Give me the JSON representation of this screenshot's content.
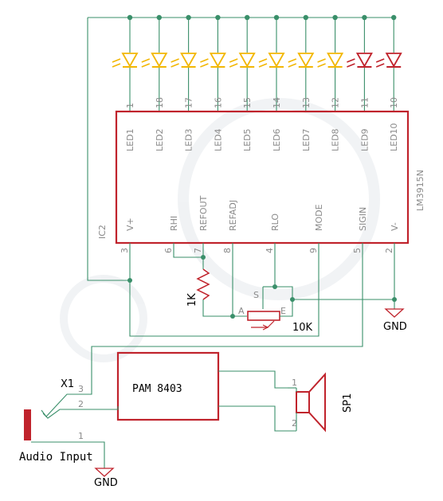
{
  "ic": {
    "name": "LM3915N",
    "ref": "IC2",
    "top_pins": [
      {
        "num": "1",
        "label": "LED1"
      },
      {
        "num": "18",
        "label": "LED2"
      },
      {
        "num": "17",
        "label": "LED3"
      },
      {
        "num": "16",
        "label": "LED4"
      },
      {
        "num": "15",
        "label": "LED5"
      },
      {
        "num": "14",
        "label": "LED6"
      },
      {
        "num": "13",
        "label": "LED7"
      },
      {
        "num": "12",
        "label": "LED8"
      },
      {
        "num": "11",
        "label": "LED9"
      },
      {
        "num": "10",
        "label": "LED10"
      }
    ],
    "bottom_pins": [
      {
        "num": "3",
        "label": "V+"
      },
      {
        "num": "6",
        "label": "RHI"
      },
      {
        "num": "7",
        "label": "REFOUT"
      },
      {
        "num": "8",
        "label": "REFADJ"
      },
      {
        "num": "4",
        "label": "RLO"
      },
      {
        "num": "9",
        "label": "MODE"
      },
      {
        "num": "5",
        "label": "SIGIN"
      },
      {
        "num": "2",
        "label": "V-"
      }
    ]
  },
  "leds": {
    "colors": [
      "#f2b705",
      "#f2b705",
      "#f2b705",
      "#f2b705",
      "#f2b705",
      "#f2b705",
      "#f2b705",
      "#f2b705",
      "#c0232c",
      "#c0232c"
    ]
  },
  "resistor": {
    "label": "1K"
  },
  "pot": {
    "label": "10K",
    "pin_a": "A",
    "pin_s": "S",
    "pin_e": "E"
  },
  "gnd_top": {
    "label": "GND"
  },
  "gnd_bottom": {
    "label": "GND"
  },
  "amp": {
    "label": "PAM 8403"
  },
  "speaker": {
    "ref": "SP1",
    "pin1": "1",
    "pin2": "2"
  },
  "jack": {
    "ref": "X1",
    "pin1": "1",
    "pin2": "2",
    "pin3": "3",
    "label": "Audio Input"
  },
  "colors": {
    "wire": "#3a8f6a",
    "outline": "#c0232c",
    "led_yellow": "#f2b705",
    "led_red": "#c0232c"
  }
}
